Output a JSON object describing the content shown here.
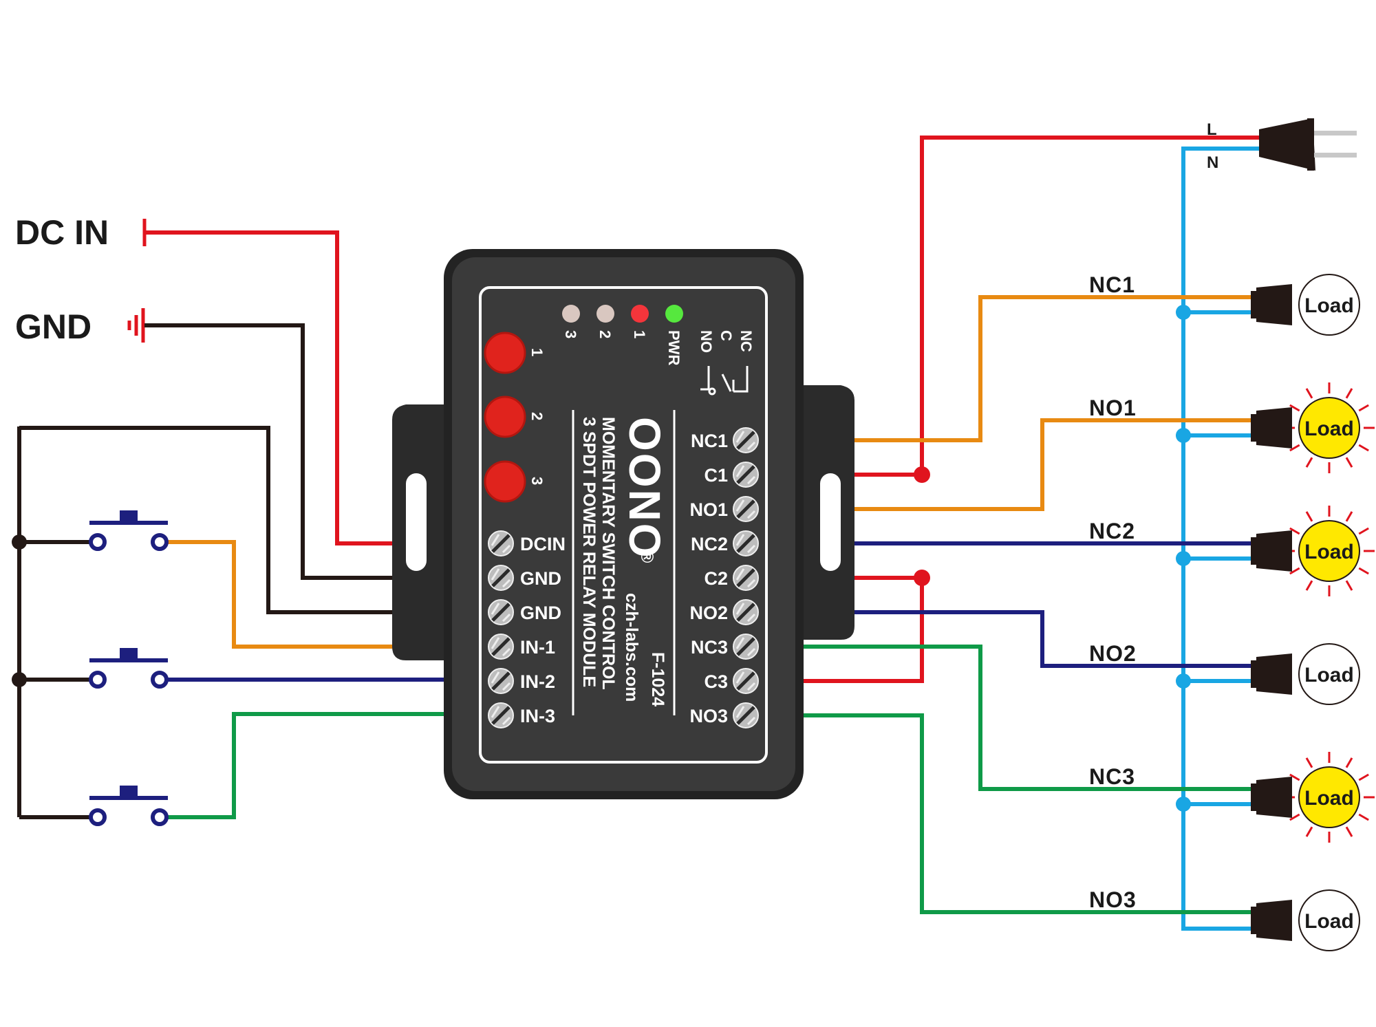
{
  "left_labels": {
    "dc_in": "DC IN",
    "gnd": "GND"
  },
  "plug_labels": {
    "line": "L",
    "neutral": "N"
  },
  "module": {
    "brand": "OONO",
    "registered": "®",
    "model": "F-1024",
    "website": "czh-labs.com",
    "line1": "MOMENTARY SWITCH CONTROL",
    "line2": "3 SPDT POWER RELAY MODULE",
    "leds": [
      "3",
      "2",
      "1",
      "PWR"
    ],
    "buttons": [
      "1",
      "2",
      "3"
    ],
    "relay_legend": [
      "NC",
      "C",
      "NO"
    ],
    "left_terminals": [
      "DCIN",
      "GND",
      "GND",
      "IN-1",
      "IN-2",
      "IN-3"
    ],
    "right_terminals": [
      "NC1",
      "C1",
      "NO1",
      "NC2",
      "C2",
      "NO2",
      "NC3",
      "C3",
      "NO3"
    ]
  },
  "outputs": [
    {
      "label": "NC1",
      "load": "Load",
      "lit": false
    },
    {
      "label": "NO1",
      "load": "Load",
      "lit": true
    },
    {
      "label": "NC2",
      "load": "Load",
      "lit": true
    },
    {
      "label": "NO2",
      "load": "Load",
      "lit": false
    },
    {
      "label": "NC3",
      "load": "Load",
      "lit": true
    },
    {
      "label": "NO3",
      "load": "Load",
      "lit": false
    }
  ],
  "colors": {
    "red": "#e0141e",
    "black": "#231815",
    "orange": "#e88a12",
    "navy": "#1d1f7e",
    "green": "#0f9a48",
    "cyan": "#19a6e3",
    "bulb_on": "#ffe800",
    "module": "#3a3a3a"
  }
}
